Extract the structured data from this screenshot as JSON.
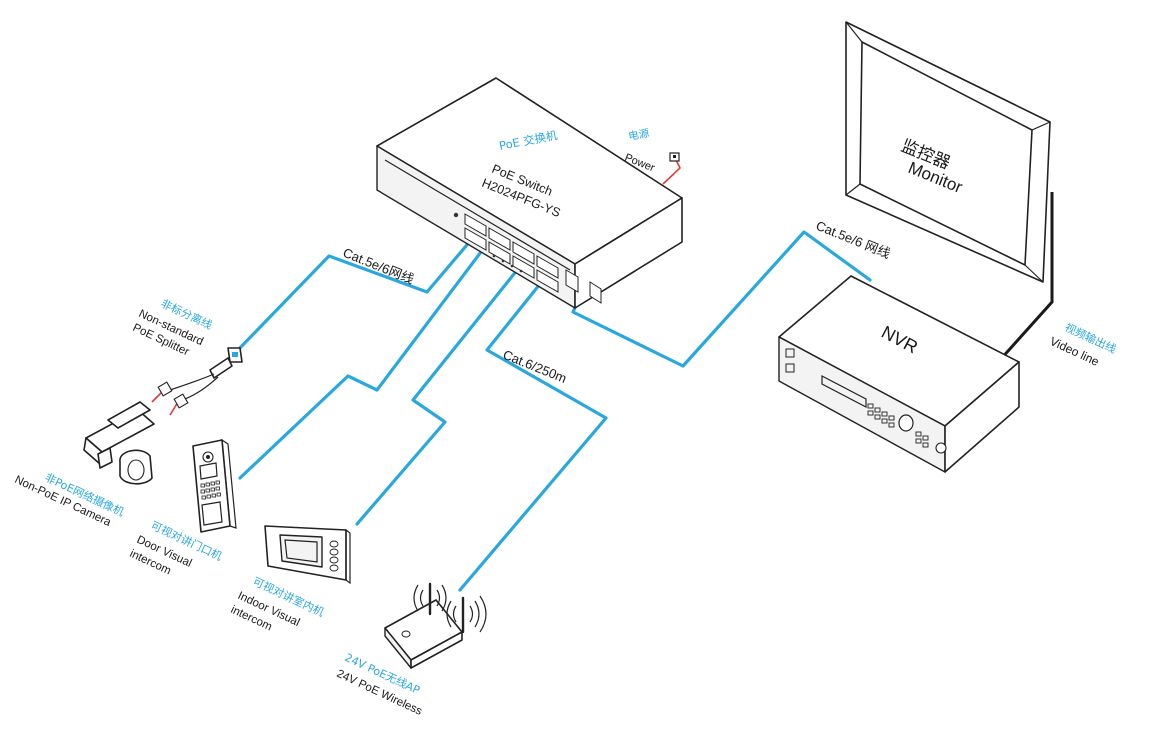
{
  "colors": {
    "cable": "#29a8e0",
    "label_cn": "#29a8e0",
    "label_en": "#1a1a1a",
    "power_cable": "#e53935"
  },
  "switch": {
    "label_cn": "PoE 交换机",
    "label_en": "PoE Switch",
    "model": "H2024PFG-YS"
  },
  "power": {
    "label_cn": "电源",
    "label_en": "Power"
  },
  "monitor": {
    "label_cn": "监控器",
    "label_en": "Monitor"
  },
  "nvr": {
    "label": "NVR"
  },
  "video_line": {
    "label_cn": "视频输出线",
    "label_en": "Video line"
  },
  "cables": {
    "splitter_cable": "Cat.5e/6网线",
    "nvr_cable": "Cat.5e/6 网线",
    "ap_cable": "Cat.6/250m"
  },
  "splitter": {
    "label_cn": "非标分离线",
    "label_en_1": "Non-standard",
    "label_en_2": "PoE Splitter"
  },
  "camera": {
    "label_cn": "非PoE网络摄像机",
    "label_en": "Non-PoE IP Camera"
  },
  "door_intercom": {
    "label_cn": "可视对讲门口机",
    "label_en_1": "Door Visual",
    "label_en_2": "intercom"
  },
  "indoor_intercom": {
    "label_cn": "可视对讲室内机",
    "label_en_1": "Indoor Visual",
    "label_en_2": "intercom"
  },
  "wireless_ap": {
    "label_cn": "24V PoE无线AP",
    "label_en": "24V PoE Wireless"
  }
}
